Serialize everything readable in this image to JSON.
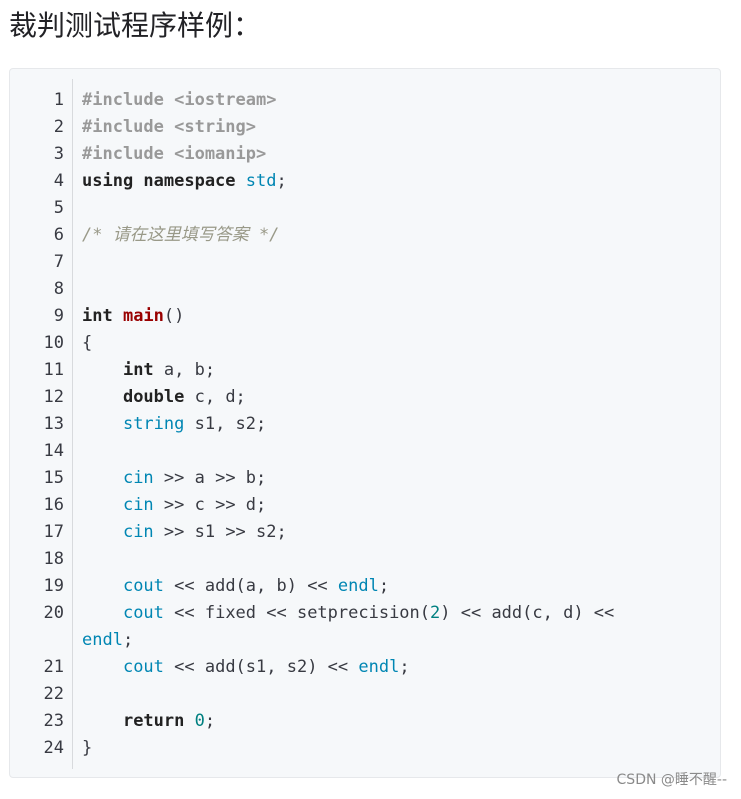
{
  "heading": "裁判测试程序样例：",
  "watermark": "CSDN @睡不醒--",
  "code": {
    "lines": [
      {
        "n": "1",
        "t": [
          {
            "c": "pp",
            "s": "#include <iostream>"
          }
        ]
      },
      {
        "n": "2",
        "t": [
          {
            "c": "pp",
            "s": "#include <string>"
          }
        ]
      },
      {
        "n": "3",
        "t": [
          {
            "c": "pp",
            "s": "#include <iomanip>"
          }
        ]
      },
      {
        "n": "4",
        "t": [
          {
            "c": "kw",
            "s": "using namespace "
          },
          {
            "c": "bi",
            "s": "std"
          },
          {
            "c": "txt",
            "s": ";"
          }
        ]
      },
      {
        "n": "5",
        "t": []
      },
      {
        "n": "6",
        "t": [
          {
            "c": "cm",
            "s": "/* 请在这里填写答案 */"
          }
        ]
      },
      {
        "n": "7",
        "t": []
      },
      {
        "n": "8",
        "t": []
      },
      {
        "n": "9",
        "t": [
          {
            "c": "kw",
            "s": "int "
          },
          {
            "c": "fn",
            "s": "main"
          },
          {
            "c": "txt",
            "s": "()"
          }
        ]
      },
      {
        "n": "10",
        "t": [
          {
            "c": "txt",
            "s": "{"
          }
        ]
      },
      {
        "n": "11",
        "t": [
          {
            "c": "txt",
            "s": "    "
          },
          {
            "c": "kw",
            "s": "int"
          },
          {
            "c": "txt",
            "s": " a, b;"
          }
        ]
      },
      {
        "n": "12",
        "t": [
          {
            "c": "txt",
            "s": "    "
          },
          {
            "c": "kw",
            "s": "double"
          },
          {
            "c": "txt",
            "s": " c, d;"
          }
        ]
      },
      {
        "n": "13",
        "t": [
          {
            "c": "txt",
            "s": "    "
          },
          {
            "c": "bi",
            "s": "string"
          },
          {
            "c": "txt",
            "s": " s1, s2;"
          }
        ]
      },
      {
        "n": "14",
        "t": []
      },
      {
        "n": "15",
        "t": [
          {
            "c": "txt",
            "s": "    "
          },
          {
            "c": "bi",
            "s": "cin"
          },
          {
            "c": "txt",
            "s": " >> a >> b;"
          }
        ]
      },
      {
        "n": "16",
        "t": [
          {
            "c": "txt",
            "s": "    "
          },
          {
            "c": "bi",
            "s": "cin"
          },
          {
            "c": "txt",
            "s": " >> c >> d;"
          }
        ]
      },
      {
        "n": "17",
        "t": [
          {
            "c": "txt",
            "s": "    "
          },
          {
            "c": "bi",
            "s": "cin"
          },
          {
            "c": "txt",
            "s": " >> s1 >> s2;"
          }
        ]
      },
      {
        "n": "18",
        "t": []
      },
      {
        "n": "19",
        "t": [
          {
            "c": "txt",
            "s": "    "
          },
          {
            "c": "bi",
            "s": "cout"
          },
          {
            "c": "txt",
            "s": " << add(a, b) << "
          },
          {
            "c": "bi",
            "s": "endl"
          },
          {
            "c": "txt",
            "s": ";"
          }
        ]
      },
      {
        "n": "20",
        "t": [
          {
            "c": "txt",
            "s": "    "
          },
          {
            "c": "bi",
            "s": "cout"
          },
          {
            "c": "txt",
            "s": " << fixed << setprecision("
          },
          {
            "c": "num",
            "s": "2"
          },
          {
            "c": "txt",
            "s": ") << add(c, d) <<"
          }
        ]
      },
      {
        "n": "",
        "wrap": true,
        "t": [
          {
            "c": "bi",
            "s": "endl"
          },
          {
            "c": "txt",
            "s": ";"
          }
        ]
      },
      {
        "n": "21",
        "t": [
          {
            "c": "txt",
            "s": "    "
          },
          {
            "c": "bi",
            "s": "cout"
          },
          {
            "c": "txt",
            "s": " << add(s1, s2) << "
          },
          {
            "c": "bi",
            "s": "endl"
          },
          {
            "c": "txt",
            "s": ";"
          }
        ]
      },
      {
        "n": "22",
        "t": []
      },
      {
        "n": "23",
        "t": [
          {
            "c": "txt",
            "s": "    "
          },
          {
            "c": "kw",
            "s": "return"
          },
          {
            "c": "txt",
            "s": " "
          },
          {
            "c": "num",
            "s": "0"
          },
          {
            "c": "txt",
            "s": ";"
          }
        ]
      },
      {
        "n": "24",
        "t": [
          {
            "c": "txt",
            "s": "}"
          }
        ]
      }
    ]
  }
}
